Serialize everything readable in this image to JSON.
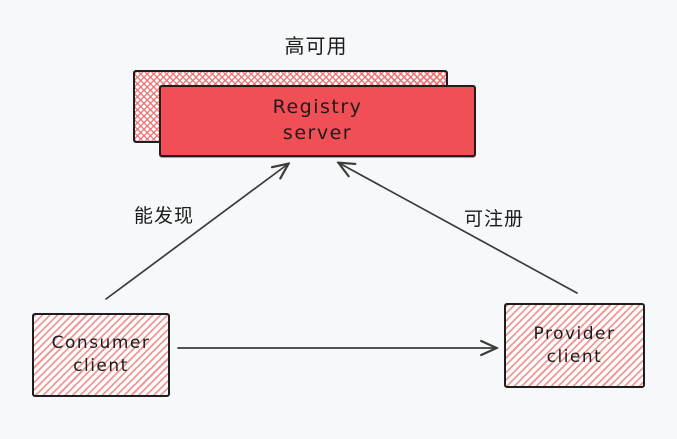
{
  "title": "高可用",
  "colors": {
    "canvas_bg": "#f7f8fa",
    "registry_fill": "#ef4f55",
    "hatch_pink": "#f09a98",
    "stroke_dark": "#1e1e1e",
    "arrow_color": "#3b3b3b",
    "text_dark": "#1c1c1c"
  },
  "nodes": {
    "registry": {
      "line1": "Registry",
      "line2": "server"
    },
    "consumer": {
      "line1": "Consumer",
      "line2": "client"
    },
    "provider": {
      "line1": "Provider",
      "line2": "client"
    }
  },
  "edges": {
    "consumer_to_registry": {
      "label": "能发现",
      "direction": "consumer -> registry"
    },
    "provider_to_registry": {
      "label": "可注册",
      "direction": "provider -> registry"
    },
    "consumer_to_provider": {
      "label": "",
      "direction": "consumer -> provider"
    }
  }
}
